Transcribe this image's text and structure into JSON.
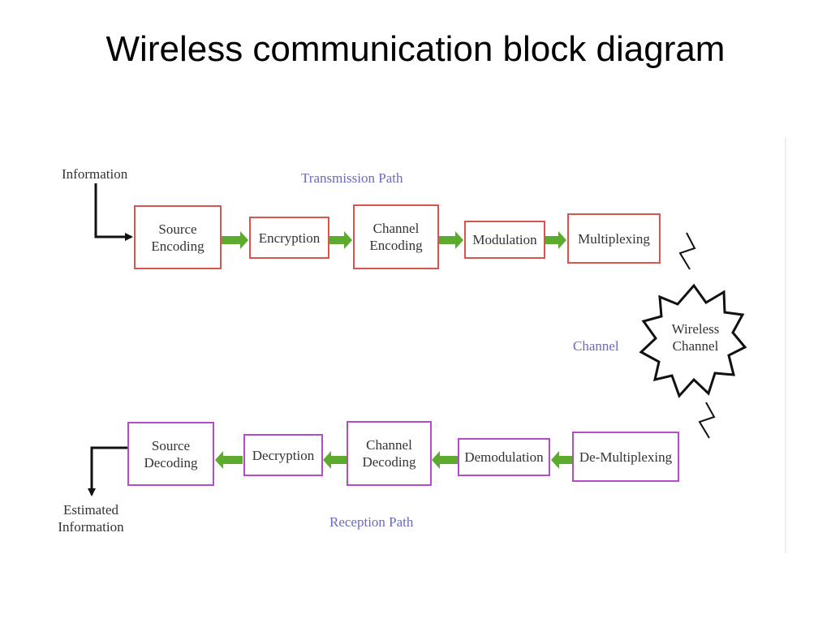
{
  "title": "Wireless communication block diagram",
  "colors": {
    "tx_border": "#d9534f",
    "rx_border": "#b44bc9",
    "arrow": "#5cab2e",
    "path_label": "#6a6ac0"
  },
  "transmission": {
    "label": "Transmission Path",
    "input_label": "Information",
    "blocks": [
      "Source\nEncoding",
      "Encryption",
      "Channel\nEncoding",
      "Modulation",
      "Multiplexing"
    ]
  },
  "channel": {
    "label": "Channel",
    "burst_label": "Wireless\nChannel"
  },
  "reception": {
    "label": "Reception Path",
    "output_label": "Estimated\nInformation",
    "blocks": [
      "Source\nDecoding",
      "Decryption",
      "Channel\nDecoding",
      "Demodulation",
      "De-Multiplexing"
    ]
  }
}
